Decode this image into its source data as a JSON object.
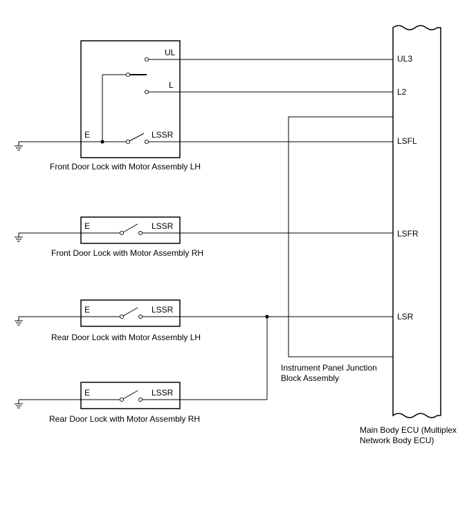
{
  "components": {
    "front_lh": {
      "name": "Front Door Lock with Motor Assembly LH",
      "pins": {
        "ul": "UL",
        "l": "L",
        "e": "E",
        "lssr": "LSSR"
      }
    },
    "front_rh": {
      "name": "Front Door Lock with Motor Assembly RH",
      "pins": {
        "e": "E",
        "lssr": "LSSR"
      }
    },
    "rear_lh": {
      "name": "Rear Door Lock with Motor Assembly LH",
      "pins": {
        "e": "E",
        "lssr": "LSSR"
      }
    },
    "rear_rh": {
      "name": "Rear Door Lock with Motor Assembly RH",
      "pins": {
        "e": "E",
        "lssr": "LSSR"
      }
    },
    "junction_block": {
      "name_line1": "Instrument Panel Junction",
      "name_line2": "Block Assembly"
    },
    "ecu": {
      "name_line1": "Main Body ECU (Multiplex",
      "name_line2": "Network Body ECU)",
      "pins": {
        "ul3": "UL3",
        "l2": "L2",
        "lsfl": "LSFL",
        "lsfr": "LSFR",
        "lsr": "LSR"
      }
    }
  },
  "icons": {
    "ground": "ground-symbol-icon",
    "switch": "switch-icon"
  }
}
